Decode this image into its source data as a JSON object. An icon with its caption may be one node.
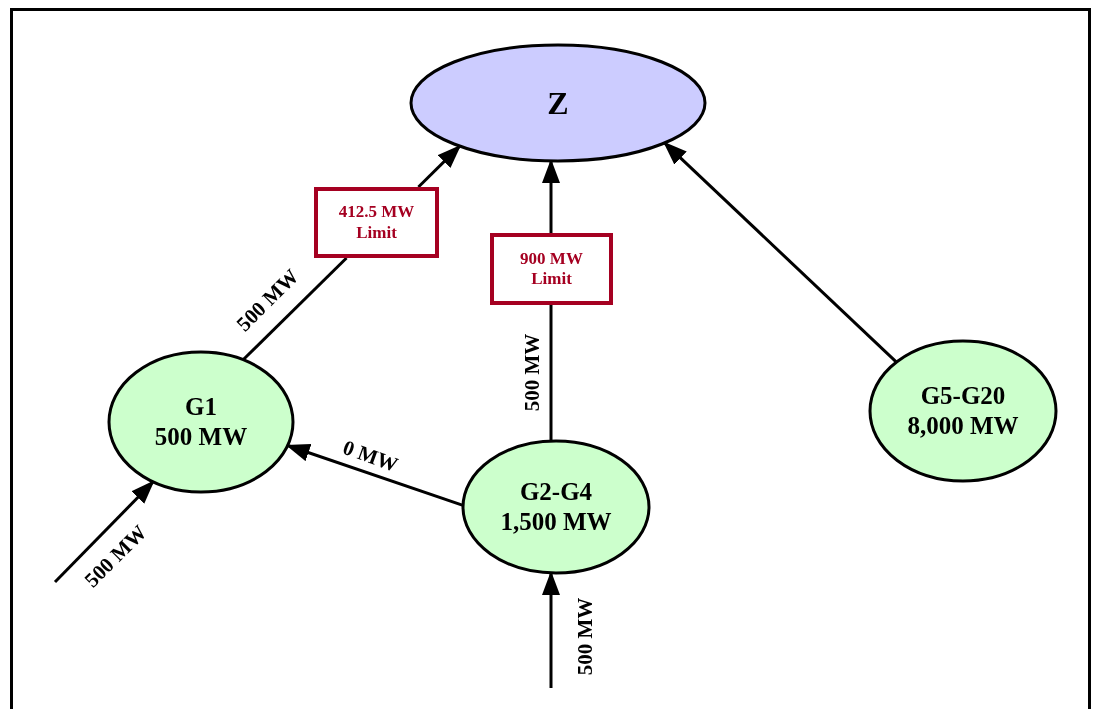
{
  "diagram": {
    "nodes": [
      {
        "text": [
          "Z"
        ]
      },
      {
        "text": [
          "G1",
          "500 MW"
        ]
      },
      {
        "text": [
          "G2-G4",
          "1,500 MW"
        ]
      },
      {
        "text": [
          "G5-G20",
          "8,000 MW"
        ]
      },
      {
        "text": [
          "412.5 MW",
          "Limit"
        ]
      },
      {
        "text": [
          "900 MW",
          "Limit"
        ]
      }
    ],
    "edges": [
      {
        "from": 1,
        "to": 4,
        "arrow": "none",
        "label": "500 MW"
      },
      {
        "from": 4,
        "to": 0,
        "arrow": "to"
      },
      {
        "from": 2,
        "to": 5,
        "arrow": "none",
        "label": "500 MW"
      },
      {
        "from": 5,
        "to": 0,
        "arrow": "to"
      },
      {
        "from": 3,
        "to": 0,
        "arrow": "to"
      },
      {
        "from": 2,
        "to": 1,
        "arrow": "to",
        "label": "0 MW"
      },
      {
        "from": null,
        "to": 1,
        "arrow": "to",
        "label": "500 MW"
      },
      {
        "from": null,
        "to": 2,
        "arrow": "to",
        "label": "500 MW"
      }
    ]
  }
}
